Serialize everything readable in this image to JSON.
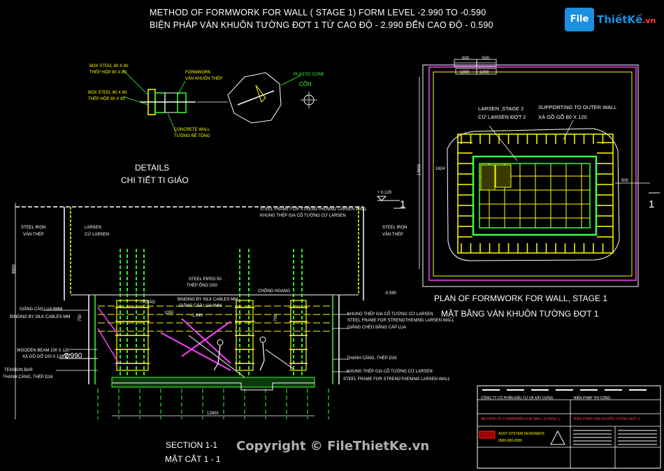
{
  "titles": {
    "line1": "METHOD OF FORMWORK FOR WALL ( STAGE 1) FORM LEVEL -2.990 TO -0.590",
    "line2": "BIỆN PHÁP VÁN KHUÔN TƯỜNG ĐỢT 1 TỪ CAO ĐỘ - 2.990 ĐẾN CAO ĐỘ - 0.590"
  },
  "logo": {
    "file": "File",
    "name": "ThiếtKế",
    "domain": ".vn"
  },
  "details": {
    "title": "DETAILS",
    "subtitle": "CHI TIẾT TI GIÁO",
    "box_steel_1": "BOX STEEL 80 X 80",
    "box_steel_1_vn": "THÉP HỘP 80 X 80",
    "box_steel_2": "BOX STEEL 80 X 80",
    "box_steel_2_vn": "THÉP HỘP 80 X 80",
    "formwork": "FORMWORK",
    "formwork_vn": "VÁN KHUÔN THÉP",
    "concrete_wall": "CONCRETE WALL",
    "concrete_wall_vn": "TƯỜNG BÊ TÔNG",
    "plastic_cone": "PLASTIC CONE",
    "plastic_cone_vn": "CÔN"
  },
  "plan": {
    "title": "PLAN OF FORMWORK FOR WALL, STAGE 1",
    "subtitle": "MẶT BẰNG VÁN KHUÔN TƯỜNG ĐỢT 1",
    "dim_top_1": "500",
    "dim_top_2": "500",
    "dim_top_3": "1000",
    "dim_top_4": "1000",
    "larsen_stage2": "LARSEN ,STAGE 2",
    "larsen_stage2_vn": "CỪ LARSEN ĐỢT 2",
    "supporting": "SUPPORTING TO OUTER WALL",
    "supporting_vn": "XÀ GỒ GỖ 80 X 120",
    "dim_left": "14600",
    "dim_right": "500",
    "dim_1624": "1624",
    "section_mark": "1"
  },
  "section": {
    "title": "SECTION 1-1",
    "subtitle": "MẶT CẮT 1 - 1",
    "level_top": "+ 0.120",
    "level_mid": "-0.590",
    "level_bot": "-2.990",
    "dim_bottom": "12800",
    "dim_left_height": "8800",
    "section_mark": "1",
    "steel_frame_top": "STEEL FRAME FOR STRENGTHENING LARSEN WALL",
    "steel_frame_top_vn": "KHUNG THÉP GIA CỐ TƯỜNG CỪ LARSEN",
    "steel_iron_left": "STEEL IRON",
    "steel_iron_left_vn": "VÁN THÉP",
    "larsen_left": "LARSEN",
    "larsen_left_vn": "CỪ LARSEN",
    "steel_iron_right": "STEEL IRON",
    "steel_iron_right_vn": "VÁN THÉP",
    "silk_cable_left": "GIẰNG CÁP LỤA 6MM",
    "silk_cable_left_en": "BINDING BY SILK CABLES MM",
    "wooden_beam": "WOODEN BEAM 100 X 120",
    "wooden_beam_vn": "XÀ GỒ GỖ 100 X 120",
    "tension_bar": "TENSION BAR",
    "tension_bar_vn": "THANH CĂNG, THÉP D16",
    "steel_piped": "STEEL PIPED 50",
    "steel_piped_vn": "THÉP ỐNG D50",
    "binding_mid": "BINDING BY SILK CABLES MM",
    "binding_mid_vn": "GIẰNG CÁP LỤA 6MM",
    "tieu_dang": "TI GIÁO",
    "chong_ngang": "CHỐNG NGANG",
    "dim_1050": "1050",
    "level_1840": "-1.840",
    "right_1": "KHUNG THÉP GIA CỐ TƯỜNG CỪ LARSEN",
    "right_1_en": "STEEL FRAME FOR STRENGTHENING LARSEN WALL",
    "right_2": "GIẰNG CHÉO BẰNG CÁP LỤA",
    "right_3": "THANH CĂNG, THÉP D16",
    "right_4": "KHUNG THÉP GIA CỐ TƯỜNG CỪ LARSEN",
    "right_4_en": "STEEL FRAME FOR STRENGTHENING LARSEN WALL",
    "dim_750": "750",
    "dim_700": "700"
  },
  "title_block": {
    "header_1": "CÔNG TY CỔ PHẦN ĐẦU TƯ VÀ XÂY DỰNG",
    "header_2": "BIỆN PHÁP THI CÔNG",
    "project": "METHOD OF FORMWORK FOR WALL (STAGE 1)",
    "project_vn": "BIỆN PHÁP VÁN KHUÔN TƯỜNG ĐỢT 1",
    "company": "ASSY SYSTEM DESIGNERS",
    "phone": "0000-000-0000"
  },
  "watermark": "Copyright © FileThietKe.vn",
  "colors": {
    "green": "#39ff39",
    "yellow": "#ffff00",
    "cyan": "#00ffff",
    "magenta": "#ff40ff",
    "red": "#ff2020",
    "white": "#ffffff"
  }
}
